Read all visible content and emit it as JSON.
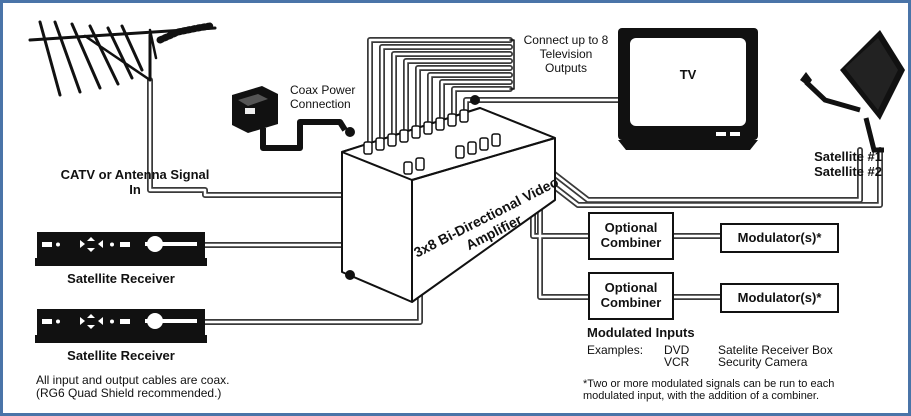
{
  "labels": {
    "antenna": "CATV or Antenna Signal In",
    "coax_power": "Coax Power Connection",
    "connect_outputs": "Connect up to 8 Television Outputs",
    "tv": "TV",
    "satellite1": "Satellite #1",
    "satellite2": "Satellite #2",
    "amplifier": "3x8 Bi-Directional Video Amplifier",
    "receiver1": "Satellite Receiver",
    "receiver2": "Satellite Receiver"
  },
  "combiners": [
    {
      "label": "Optional Combiner",
      "modulator": "Modulator(s)*"
    },
    {
      "label": "Optional Combiner",
      "modulator": "Modulator(s)*"
    }
  ],
  "modulated_inputs": {
    "heading": "Modulated Inputs",
    "examples_label": "Examples:",
    "col1": [
      "DVD",
      "VCR"
    ],
    "col2": [
      "Satelite Receiver Box",
      "Security Camera"
    ]
  },
  "notes": {
    "left_line1": "All input and output cables are coax.",
    "left_line2": "(RG6 Quad Shield recommended.)",
    "right_line1": "*Two or more modulated signals can be run to each",
    "right_line2": "modulated input, with the addition of a combiner."
  },
  "colors": {
    "border": "#4a74a8",
    "cable_outline": "#3a3a3a",
    "cable_fill": "#ffffff",
    "ink": "#111111"
  }
}
